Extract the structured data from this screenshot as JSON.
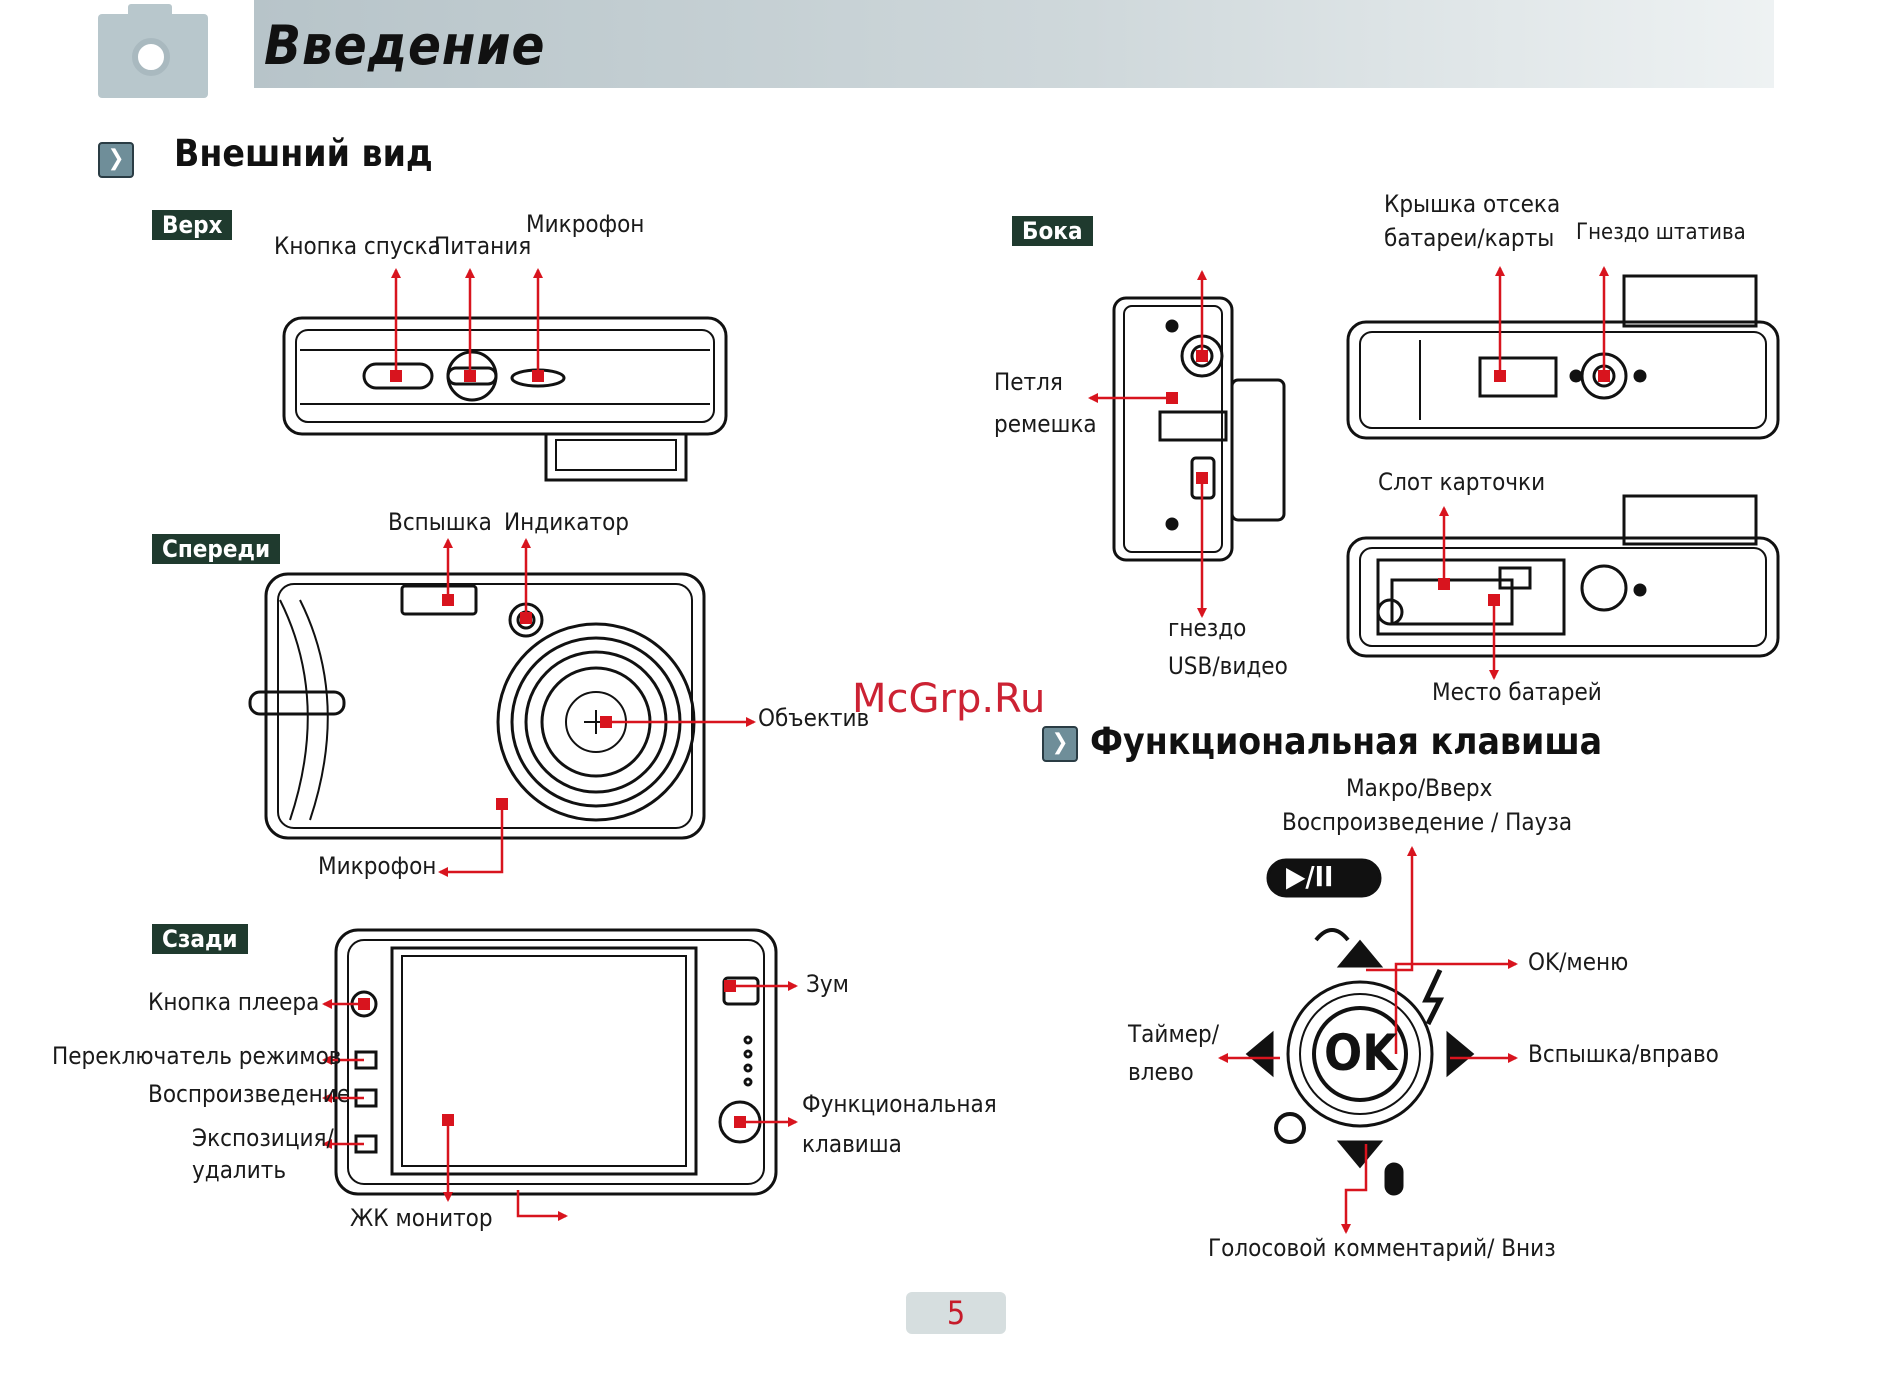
{
  "header": {
    "title": "Введение"
  },
  "sections": {
    "appearance": "Внешний вид",
    "function_key": "Функциональная клавиша"
  },
  "tags": {
    "top": "Верх",
    "front": "Спереди",
    "back": "Сзади",
    "side": "Бока"
  },
  "labels": {
    "shutter": "Кнопка спуска",
    "power": "Питания",
    "mic_top": "Микрофон",
    "flash": "Вспышка",
    "indicator": "Индикатор",
    "lens": "Объектив",
    "mic_front": "Микрофон",
    "player_btn": "Кнопка плеера",
    "mode_switch": "Переключатель режимов",
    "playback": "Воспроизведение",
    "expo_1": "Экспозиция/",
    "expo_2": "удалить",
    "lcd": "ЖК монитор",
    "zoom": "Зум",
    "func_1": "Функциональная",
    "func_2": "клавиша",
    "strap_1": "Петля",
    "strap_2": "ремешка",
    "usb_1": "гнездо",
    "usb_2": "USB/видео",
    "cover_1": "Крышка отсека",
    "cover_2": "батареи/карты",
    "tripod": "Гнездо штатива",
    "card_slot": "Слот карточки",
    "battery": "Место батарей",
    "macro_up": "Макро/Вверх",
    "play_pause": "Воспроизведение / Пауза",
    "ok_menu": "OK/меню",
    "timer_1": "Таймер/",
    "timer_2": "влево",
    "flash_right": "Вспышка/вправо",
    "voice_down": "Голосовой комментарий/ Вниз",
    "ok": "OK",
    "play_sym": "▶/II"
  },
  "page_number": "5",
  "watermark": "McGrp.Ru",
  "colors": {
    "accent_red": "#d8141e",
    "header_band": "#c6d1d4",
    "tag_bg": "#1f3a2e"
  }
}
